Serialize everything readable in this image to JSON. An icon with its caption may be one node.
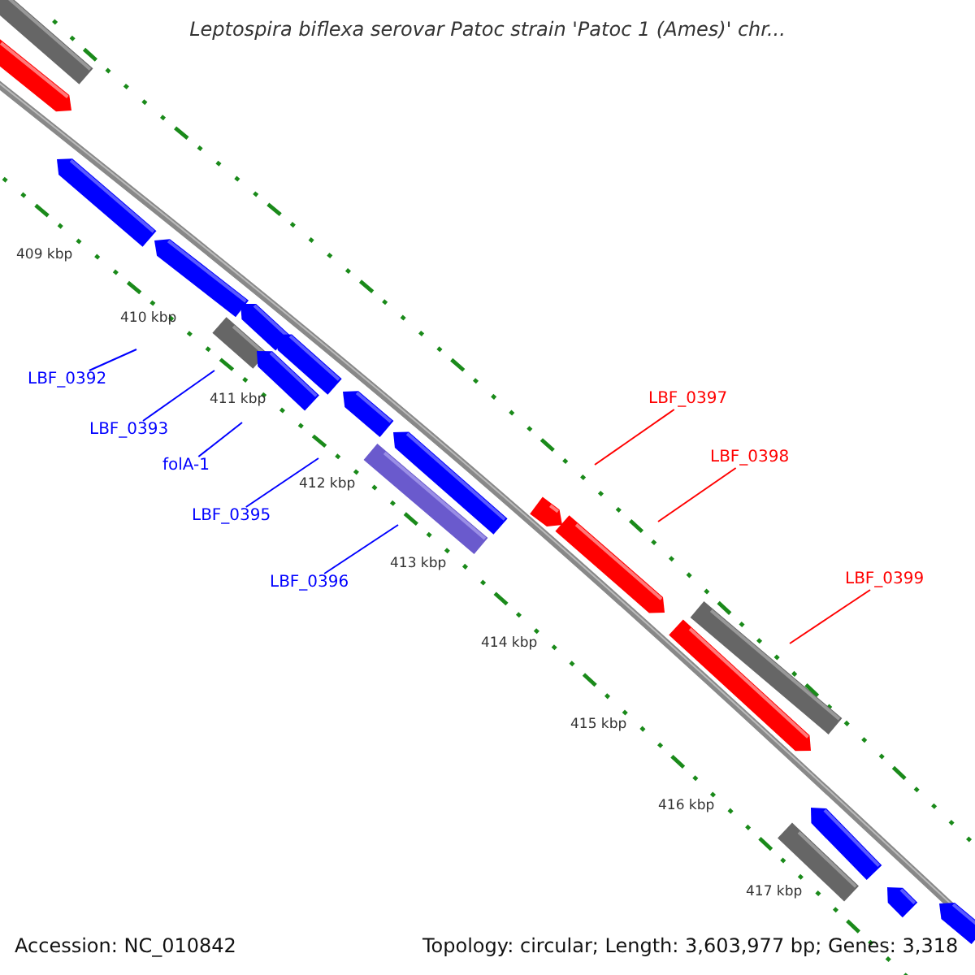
{
  "diagram": {
    "title": "Leptospira biflexa serovar Patoc strain 'Patoc 1 (Ames)' chr...",
    "nodes": [
      {
        "text": [
          "LBF_0392"
        ]
      },
      {
        "text": [
          "LBF_0393"
        ]
      },
      {
        "text": [
          "folA-1"
        ]
      },
      {
        "text": [
          "LBF_0395"
        ]
      },
      {
        "text": [
          "LBF_0396"
        ]
      },
      {
        "text": [
          "LBF_0397"
        ]
      },
      {
        "text": [
          "LBF_0398"
        ]
      },
      {
        "text": [
          "LBF_0399"
        ]
      }
    ],
    "edges": [
      {
        "from": 0,
        "to": null,
        "arrow": "none"
      },
      {
        "from": 1,
        "to": null,
        "arrow": "none"
      },
      {
        "from": 2,
        "to": null,
        "arrow": "none"
      },
      {
        "from": 3,
        "to": null,
        "arrow": "none"
      },
      {
        "from": 4,
        "to": null,
        "arrow": "none"
      },
      {
        "from": 5,
        "to": null,
        "arrow": "none",
        "color": "#ff0000"
      },
      {
        "from": 6,
        "to": null,
        "arrow": "none",
        "color": "#ff0000"
      },
      {
        "from": 7,
        "to": null,
        "arrow": "none",
        "color": "#ff0000"
      }
    ],
    "labels": [
      "409 kbp",
      "410 kbp",
      "411 kbp",
      "412 kbp",
      "413 kbp",
      "414 kbp",
      "415 kbp",
      "416 kbp",
      "417 kbp",
      "Accession: NC_010842",
      "Topology: circular; Length: 3,603,977 bp; Genes: 3,318"
    ]
  }
}
